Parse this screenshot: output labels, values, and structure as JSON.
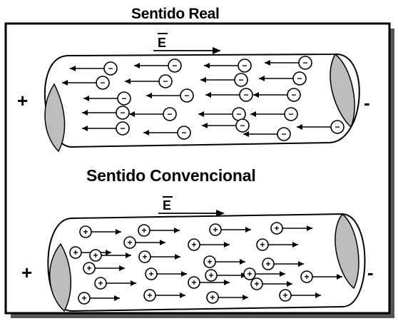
{
  "diagram": {
    "title_real": "Sentido Real",
    "title_conventional": "Sentido Convencional",
    "field_label": "E",
    "positive_terminal": "+",
    "negative_terminal": "-",
    "electron_symbol": "−",
    "hole_symbol": "+",
    "electron_direction": "left",
    "hole_direction": "right"
  }
}
